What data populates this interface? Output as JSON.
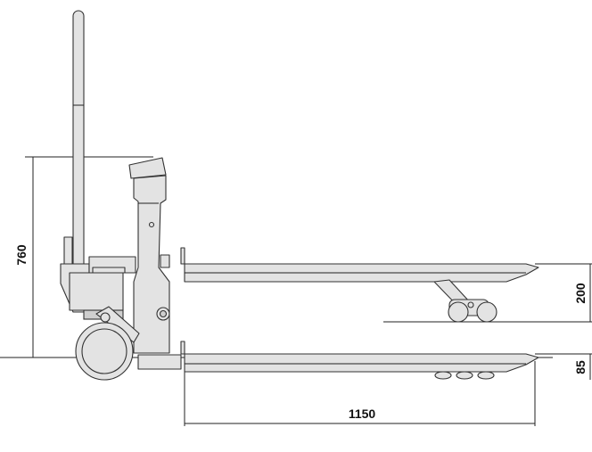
{
  "diagram": {
    "dimensions": {
      "height_total": "760",
      "fork_lift_height": "200",
      "fork_lowered_height": "85",
      "fork_length": "1150"
    },
    "colors": {
      "body_fill": "#e3e3e3",
      "outline": "#333333",
      "background": "#ffffff"
    }
  }
}
